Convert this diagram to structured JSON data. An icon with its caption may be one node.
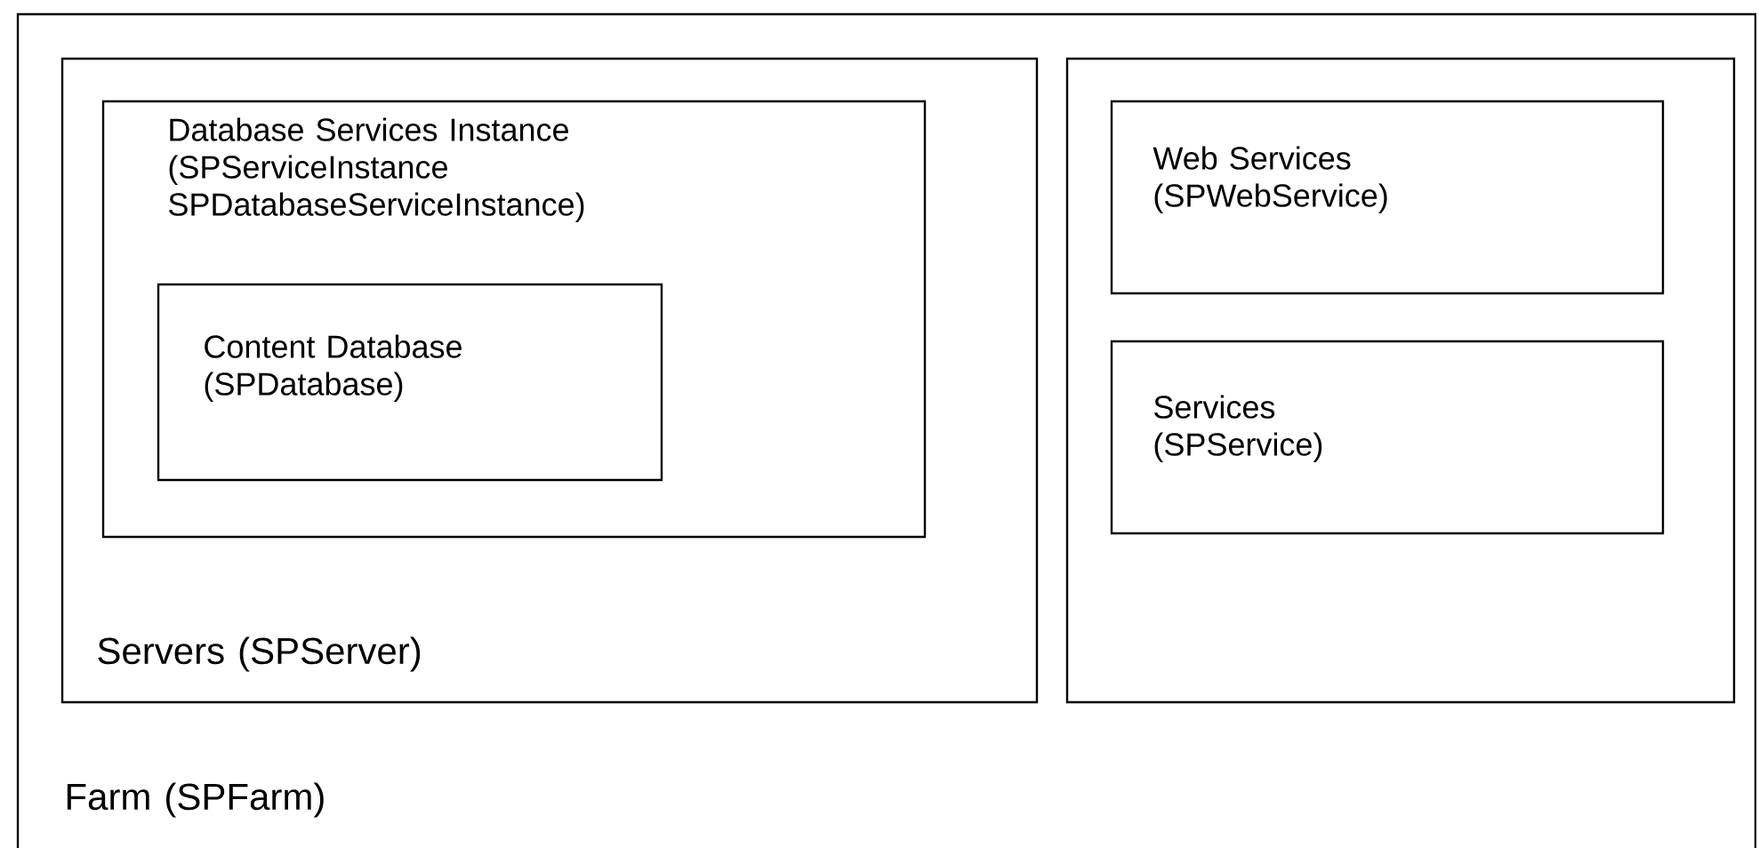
{
  "diagram": {
    "nodes": [
      {
        "text": [
          "Farm (SPFarm)"
        ]
      },
      {
        "text": [
          "Servers (SPServer)"
        ],
        "in": 0
      },
      {
        "text": [
          "Database Services Instance (SPServiceInstance SPDatabaseServiceInstance)"
        ],
        "in": 1
      },
      {
        "text": [
          "Content Database (SPDatabase)"
        ],
        "in": 2
      },
      {
        "text": [],
        "shape": "box",
        "in": 0
      },
      {
        "text": [
          "Web Services (SPWebService)"
        ],
        "in": 4
      },
      {
        "text": [
          "Services (SPService)"
        ],
        "in": 4
      }
    ]
  }
}
